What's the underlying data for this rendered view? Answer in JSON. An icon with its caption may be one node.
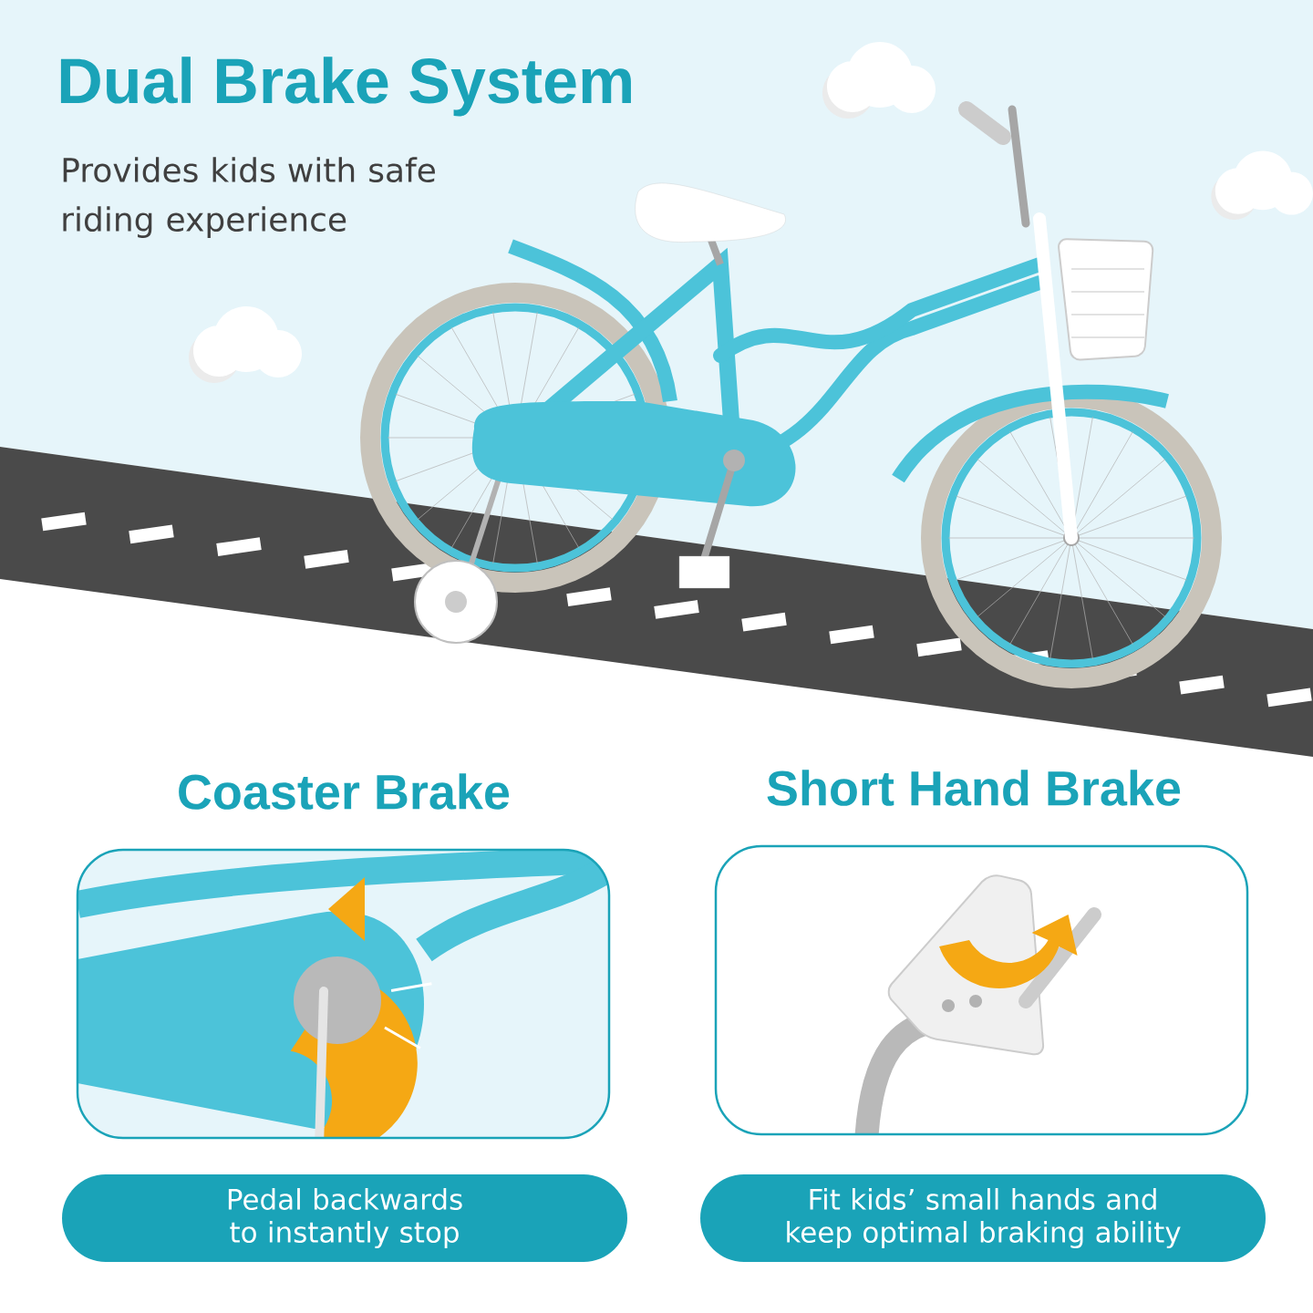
{
  "diagram": {
    "title": "Dual Brake System",
    "nodes": [
      {
        "text": [
          "Coaster Brake"
        ]
      },
      {
        "text": [
          "Pedal backwards to instantly stop"
        ]
      },
      {
        "text": [
          "Short Hand Brake"
        ]
      },
      {
        "text": [
          "Fit kids’ small hands and keep optimal braking ability"
        ]
      }
    ],
    "labels": [
      "Provides kids with safe riding experience"
    ]
  }
}
